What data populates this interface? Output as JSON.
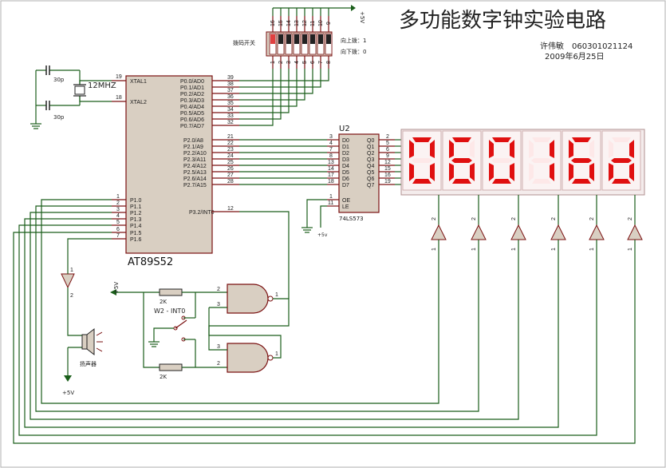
{
  "title": "多功能数字钟实验电路",
  "author": "许伟敏",
  "student_id": "060301021124",
  "date": "2009年6月25日",
  "mcu": {
    "name": "AT89S52",
    "left_pins": [
      {
        "label": "XTAL1",
        "num": "19"
      },
      {
        "label": "XTAL2",
        "num": "18"
      },
      {
        "label": "P1.0",
        "num": "1"
      },
      {
        "label": "P1.1",
        "num": "2"
      },
      {
        "label": "P1.2",
        "num": "3"
      },
      {
        "label": "P1.3",
        "num": "4"
      },
      {
        "label": "P1.4",
        "num": "5"
      },
      {
        "label": "P1.5",
        "num": "6"
      },
      {
        "label": "P1.6",
        "num": "7"
      }
    ],
    "port0_pins": [
      {
        "label": "P0.0/AD0",
        "num": "39"
      },
      {
        "label": "P0.1/AD1",
        "num": "38"
      },
      {
        "label": "P0.2/AD2",
        "num": "37"
      },
      {
        "label": "P0.3/AD3",
        "num": "36"
      },
      {
        "label": "P0.4/AD4",
        "num": "35"
      },
      {
        "label": "P0.5/AD5",
        "num": "34"
      },
      {
        "label": "P0.6/AD6",
        "num": "33"
      },
      {
        "label": "P0.7/AD7",
        "num": "32"
      }
    ],
    "port2_pins": [
      {
        "label": "P2.0/A8",
        "num": "21"
      },
      {
        "label": "P2.1/A9",
        "num": "22"
      },
      {
        "label": "P2.2/A10",
        "num": "23"
      },
      {
        "label": "P2.3/A11",
        "num": "24"
      },
      {
        "label": "P2.4/A12",
        "num": "25"
      },
      {
        "label": "P2.5/A13",
        "num": "26"
      },
      {
        "label": "P2.6/A14",
        "num": "27"
      },
      {
        "label": "P2.7/A15",
        "num": "28"
      }
    ],
    "int_pin": {
      "label": "P3.2/INT0",
      "num": "12"
    }
  },
  "crystal": {
    "label": "12MHZ"
  },
  "cap1": {
    "label": "30p"
  },
  "cap2": {
    "label": "30p"
  },
  "dip_switch": {
    "label": "拨码开关",
    "legend_up": "向上拨：1",
    "legend_down": "向下拨：0",
    "pin_top": [
      "16",
      "15",
      "14",
      "13",
      "12",
      "11",
      "10",
      "9"
    ],
    "pin_bottom": [
      "1",
      "2",
      "3",
      "4",
      "5",
      "6",
      "7",
      "8"
    ]
  },
  "vcc_label": "+5V",
  "latch": {
    "ref": "U2",
    "name": "74LS573",
    "d_pins": [
      {
        "label": "D0",
        "num": "3"
      },
      {
        "label": "D1",
        "num": "4"
      },
      {
        "label": "D2",
        "num": "7"
      },
      {
        "label": "D3",
        "num": "8"
      },
      {
        "label": "D4",
        "num": "13"
      },
      {
        "label": "D5",
        "num": "14"
      },
      {
        "label": "D6",
        "num": "17"
      },
      {
        "label": "D7",
        "num": "18"
      }
    ],
    "q_pins": [
      {
        "label": "Q0",
        "num": "2"
      },
      {
        "label": "Q1",
        "num": "5"
      },
      {
        "label": "Q2",
        "num": "6"
      },
      {
        "label": "Q3",
        "num": "9"
      },
      {
        "label": "Q4",
        "num": "12"
      },
      {
        "label": "Q5",
        "num": "15"
      },
      {
        "label": "Q6",
        "num": "16"
      },
      {
        "label": "Q7",
        "num": "19"
      }
    ],
    "oe": {
      "label": "OE",
      "num": "1"
    },
    "le": {
      "label": "LE",
      "num": "11"
    },
    "vcc": "+5v"
  },
  "display": {
    "digits": [
      "0",
      "6",
      "0",
      "1",
      "6",
      "d"
    ]
  },
  "buffer_pins": {
    "in": "1",
    "out": "2"
  },
  "switch": {
    "label": "W2 - INT0"
  },
  "resistor1": {
    "label": "2K"
  },
  "resistor2": {
    "label": "2K"
  },
  "nand1": {
    "in_a": "2",
    "in_b": "3",
    "out": "1"
  },
  "nand2": {
    "in_a": "3",
    "in_b": "2",
    "out": "1"
  },
  "speaker": {
    "label": "扬声器"
  },
  "buzzer_vcc": "+5V",
  "buzzer_buf": {
    "in": "1",
    "out": "2"
  }
}
